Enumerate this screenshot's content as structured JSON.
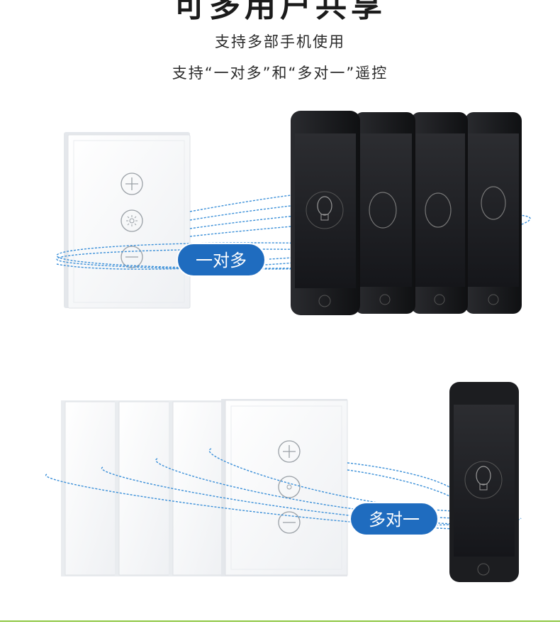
{
  "header": {
    "title": "可多用户共享",
    "subtitle_1": "支持多部手机使用",
    "subtitle_2": "支持“一对多”和“多对一”遥控"
  },
  "scene_one_to_many": {
    "badge_label": "一对多",
    "phone_count": 4
  },
  "scene_many_to_one": {
    "badge_label": "多对一",
    "switch_count": 4
  },
  "colors": {
    "accent_blue": "#1f6cbf",
    "signal_blue": "#3a8fd8",
    "phone_body": "#1c1d20",
    "footer_line": "#8cc63f"
  },
  "icons": [
    "plus-icon",
    "sun-icon",
    "minus-icon",
    "bulb-icon"
  ]
}
